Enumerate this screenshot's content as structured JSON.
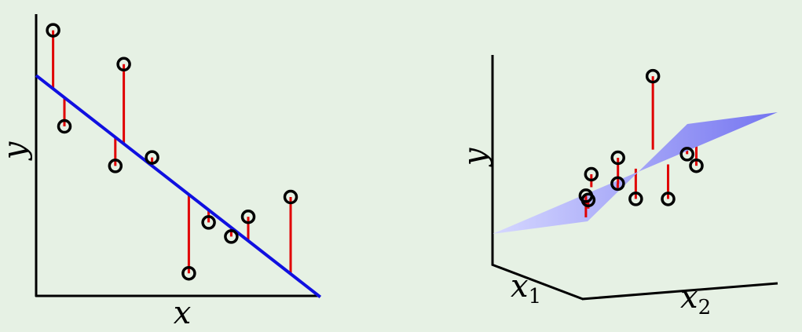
{
  "colors": {
    "background": "#e6f1e4",
    "regression_line": "#1010e0",
    "residual": "#e00000",
    "point_stroke": "#000000",
    "plane_light": "#d6d8ff",
    "plane_dark": "#7474f0"
  },
  "left_panel": {
    "x_label": "x",
    "y_label": "y",
    "fit": {
      "intercept": 0.78,
      "slope": -0.78
    },
    "points": [
      {
        "x": 0.06,
        "y": 0.94
      },
      {
        "x": 0.1,
        "y": 0.6
      },
      {
        "x": 0.28,
        "y": 0.46
      },
      {
        "x": 0.31,
        "y": 0.82
      },
      {
        "x": 0.41,
        "y": 0.49
      },
      {
        "x": 0.54,
        "y": 0.08
      },
      {
        "x": 0.61,
        "y": 0.26
      },
      {
        "x": 0.69,
        "y": 0.21
      },
      {
        "x": 0.75,
        "y": 0.28
      },
      {
        "x": 0.9,
        "y": 0.35
      }
    ]
  },
  "right_panel": {
    "y_label": "y",
    "x1_label": "x",
    "x1_subscript": "1",
    "x2_label": "x",
    "x2_subscript": "2",
    "points": [
      {
        "x1": 0.1,
        "x2": 0.95,
        "residual": -0.3,
        "side": "below"
      },
      {
        "x1": 0.15,
        "x2": 0.75,
        "residual": 0.85,
        "side": "above"
      },
      {
        "x1": 0.22,
        "x2": 0.4,
        "residual": 0.15,
        "side": "above"
      },
      {
        "x1": 0.3,
        "x2": 0.9,
        "residual": -0.4,
        "side": "below"
      },
      {
        "x1": 0.38,
        "x2": 0.55,
        "residual": -0.35,
        "side": "below"
      },
      {
        "x1": 0.5,
        "x2": 0.4,
        "residual": 0.3,
        "side": "above"
      },
      {
        "x1": 0.6,
        "x2": 0.35,
        "residual": 0.05,
        "side": "above"
      },
      {
        "x1": 0.7,
        "x2": 0.15,
        "residual": 0.1,
        "side": "above"
      },
      {
        "x1": 0.72,
        "x2": 0.55,
        "residual": -0.4,
        "side": "below"
      },
      {
        "x1": 0.88,
        "x2": 0.05,
        "residual": 0.25,
        "side": "above"
      }
    ]
  }
}
